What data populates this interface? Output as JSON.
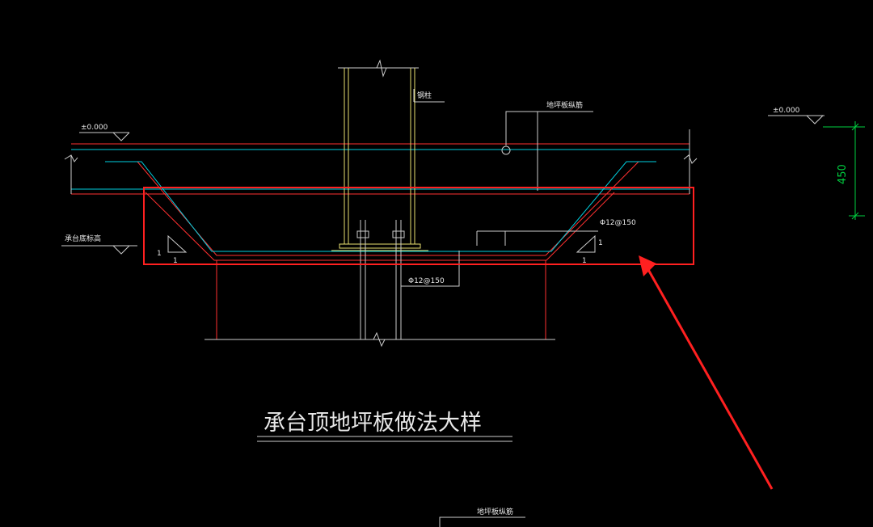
{
  "drawing": {
    "title": "承台顶地坪板做法大样",
    "elev_left": "±0.000",
    "elev_right": "±0.000",
    "label_steel_column": "钢柱",
    "label_floor_rebar": "地坪板纵筋",
    "label_cap_bottom": "承台底标高",
    "rebar_top": "Φ12@150",
    "rebar_bottom": "Φ12@150",
    "dim_height": "450",
    "slope_one_a": "1",
    "slope_one_b": "1",
    "slope_one_c": "1",
    "slope_one_d": "1",
    "label_bottom_rebar": "地坪板纵筋"
  },
  "colors": {
    "background": "#000000",
    "concrete": "#ff3030",
    "rebar": "#00d0e0",
    "steel": "#e8e070",
    "dimension": "#00d040",
    "text": "#e8e8e8",
    "highlight": "#ff2020"
  }
}
